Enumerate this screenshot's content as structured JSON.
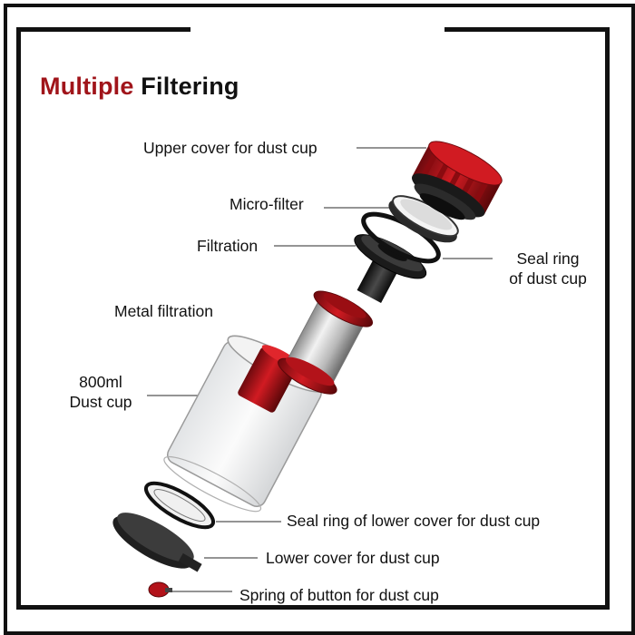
{
  "title": {
    "accent": "Multiple",
    "rest": "Filtering"
  },
  "labels": {
    "upper_cover": "Upper cover for dust cup",
    "micro_filter": "Micro-filter",
    "filtration": "Filtration",
    "seal_ring_dust_cup_line1": "Seal ring",
    "seal_ring_dust_cup_line2": "of dust cup",
    "metal_filtration": "Metal filtration",
    "dust_cup_line1": "800ml",
    "dust_cup_line2": "Dust cup",
    "seal_ring_lower_cover": "Seal ring of lower cover for dust cup",
    "lower_cover": "Lower cover for dust cup",
    "spring": "Spring of button for dust cup"
  },
  "colors": {
    "accent": "#a0141a",
    "part_red": "#c4161c",
    "part_dark": "#222222"
  }
}
